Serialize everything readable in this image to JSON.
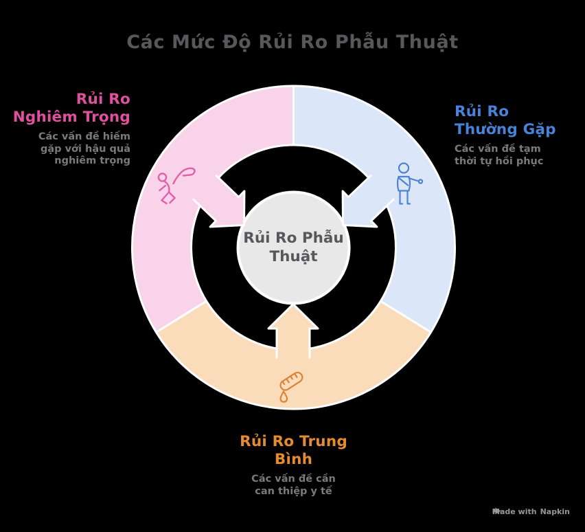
{
  "title": "Các Mức Độ Rủi Ro Phẫu Thuật",
  "title_color": "#58585a",
  "background": "#000000",
  "subtitle_color": "#7a7a7a",
  "center": {
    "label": "Rủi Ro Phẫu\nThuật",
    "fill": "#e8e8e8",
    "text_color": "#58585a"
  },
  "segments": [
    {
      "id": "serious-risk",
      "heading": "Rủi Ro\nNghiêm Trọng",
      "description": "Các vấn đề hiếm\ngặp với hậu quả\nnghiêm trọng",
      "heading_color": "#e0509e",
      "fill": "#f9d3ea",
      "icon": "person-falling-icon",
      "icon_color": "#e05fa8",
      "position": "top-left"
    },
    {
      "id": "common-risk",
      "heading": "Rủi Ro\nThường Gặp",
      "description": "Các vấn đề tạm\nthời tự hồi phục",
      "heading_color": "#4a82d9",
      "fill": "#dbe6f8",
      "icon": "person-arm-sling-icon",
      "icon_color": "#4f82d4",
      "position": "top-right"
    },
    {
      "id": "medium-risk",
      "heading": "Rủi Ro Trung\nBình",
      "description": "Các vấn đề cần\ncan thiệp y tế",
      "heading_color": "#e78b33",
      "fill": "#fadcba",
      "icon": "test-tube-drop-icon",
      "icon_color": "#da8336",
      "position": "bottom"
    }
  ],
  "footer": {
    "made_with": "Made with",
    "brand": "Napkin",
    "color": "#979797"
  }
}
